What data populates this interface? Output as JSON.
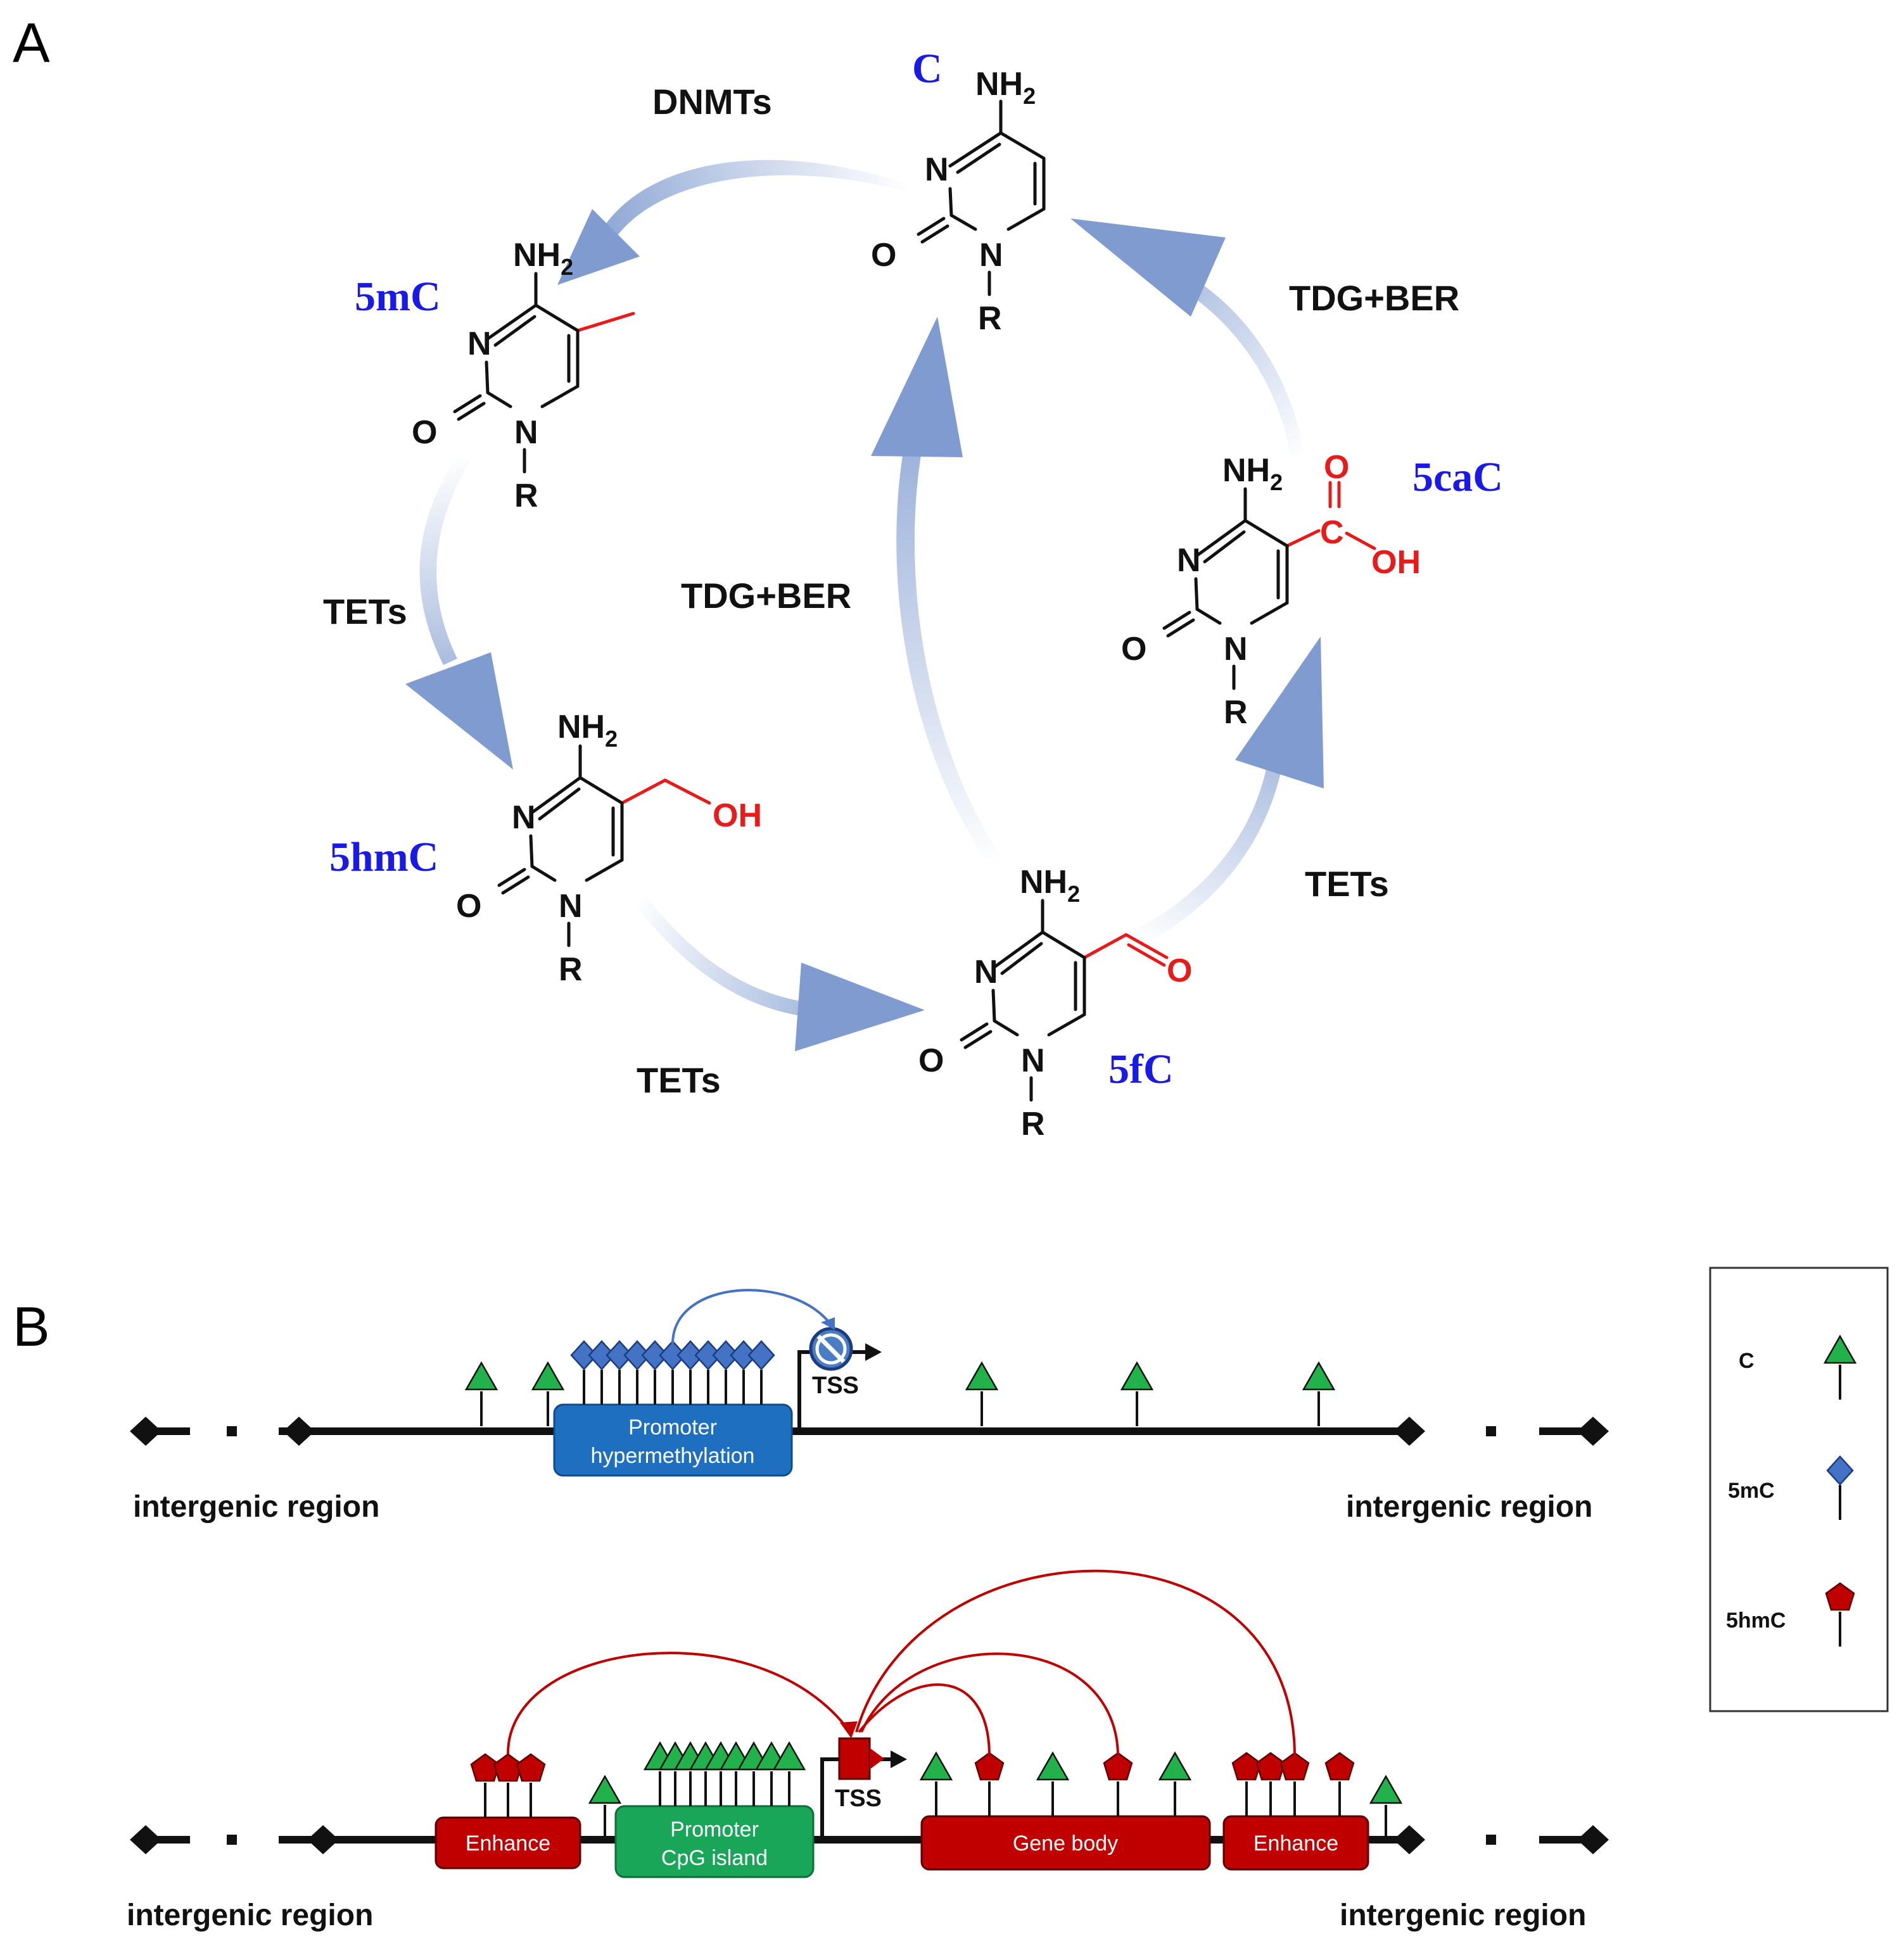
{
  "panels": {
    "a": "A",
    "b": "B"
  },
  "molecules": {
    "c": {
      "name": "C",
      "amine": "NH",
      "amine_sub": "2",
      "n_ring": "N",
      "o": "O",
      "n1": "N",
      "r": "R"
    },
    "m5c": {
      "name": "5mC",
      "amine": "NH",
      "amine_sub": "2",
      "n_ring": "N",
      "o": "O",
      "n1": "N",
      "r": "R"
    },
    "hm5c": {
      "name": "5hmC",
      "amine": "NH",
      "amine_sub": "2",
      "n_ring": "N",
      "o": "O",
      "n1": "N",
      "r": "R",
      "group": "OH"
    },
    "f5c": {
      "name": "5fC",
      "amine": "NH",
      "amine_sub": "2",
      "n_ring": "N",
      "o": "O",
      "n1": "N",
      "r": "R",
      "group": "O"
    },
    "ca5c": {
      "name": "5caC",
      "amine": "NH",
      "amine_sub": "2",
      "n_ring": "N",
      "o": "O",
      "n1": "N",
      "r": "R",
      "c": "C",
      "o_top": "O",
      "oh": "OH"
    }
  },
  "enzymes": {
    "dnmts": "DNMTs",
    "tets_left": "TETs",
    "tets_bottom": "TETs",
    "tets_right": "TETs",
    "tdg_middle": "TDG+BER",
    "tdg_right": "TDG+BER"
  },
  "track1": {
    "promoter_line1": "Promoter",
    "promoter_line2": "hypermethylation",
    "tss": "TSS",
    "left_region": "intergenic region",
    "right_region": "intergenic region"
  },
  "track2": {
    "enhancer_left": "Enhance",
    "promoter_line1": "Promoter",
    "promoter_line2": "CpG island",
    "gene_body": "Gene body",
    "enhancer_right": "Enhance",
    "tss": "TSS",
    "left_region": "intergenic region",
    "right_region": "intergenic region"
  },
  "legend": {
    "c": "C",
    "m5c": "5mC",
    "hm5c": "5hmC"
  },
  "colors": {
    "arrow": "#7f9bd0",
    "name_blue": "#1a1ae6",
    "red_group": "#e81b1b",
    "promoter_blue": "#1f6fc1",
    "promoter_green": "#1aa659",
    "enhancer_red": "#c00000",
    "c_marker": "#22b24c",
    "m5c_marker": "#4472c4",
    "hm5c_marker": "#c00000"
  }
}
